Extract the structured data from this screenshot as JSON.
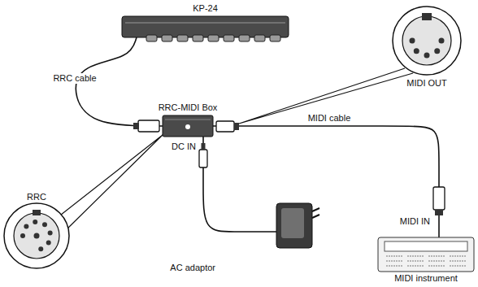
{
  "diagram": {
    "nodes": [
      {
        "text": [
          "KP-24"
        ]
      },
      {
        "text": [
          "RRC-MIDI Box"
        ]
      },
      {
        "text": [
          "AC adaptor"
        ]
      },
      {
        "text": [
          "MIDI instrument"
        ]
      }
    ],
    "edges": [
      {
        "from": 0,
        "to": 1,
        "label": "RRC cable",
        "arrow": "none"
      },
      {
        "from": 1,
        "to": 3,
        "label": "MIDI cable",
        "arrow": "none"
      },
      {
        "from": 2,
        "to": 1,
        "arrow": "none"
      }
    ],
    "labels": [
      "RRC",
      "MIDI OUT",
      "DC IN",
      "MIDI IN"
    ]
  }
}
